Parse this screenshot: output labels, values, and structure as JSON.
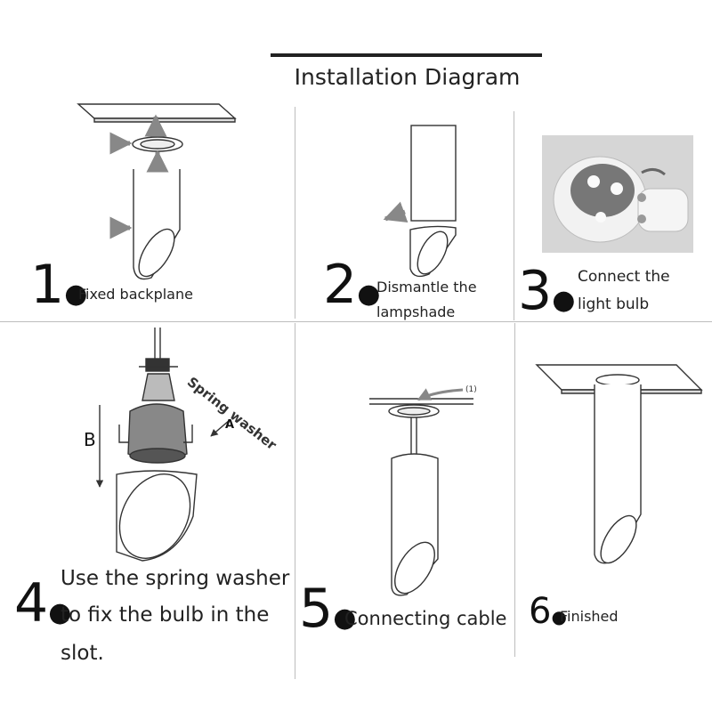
{
  "title": "Installation Diagram",
  "steps": [
    {
      "number": "1",
      "caption": "Fixed backplane"
    },
    {
      "number": "2",
      "caption_line1": "Dismantle the",
      "caption_line2": "lampshade"
    },
    {
      "number": "3",
      "caption_line1": "Connect the",
      "caption_line2": "light bulb"
    },
    {
      "number": "4",
      "caption_line1": "Use the spring washer",
      "caption_line2": "to fix the bulb in the",
      "caption_line3": "slot."
    },
    {
      "number": "5",
      "caption": "Connecting cable"
    },
    {
      "number": "6",
      "caption": "Finished"
    }
  ],
  "annotations": {
    "spring_washer": "Spring washer",
    "arrow_a": "A",
    "arrow_b": "B",
    "callout_1": "(1)"
  },
  "colors": {
    "line": "#333333",
    "arrow": "#888888",
    "divider": "#bdbdbd",
    "photo_bg": "#d7d7d7"
  }
}
